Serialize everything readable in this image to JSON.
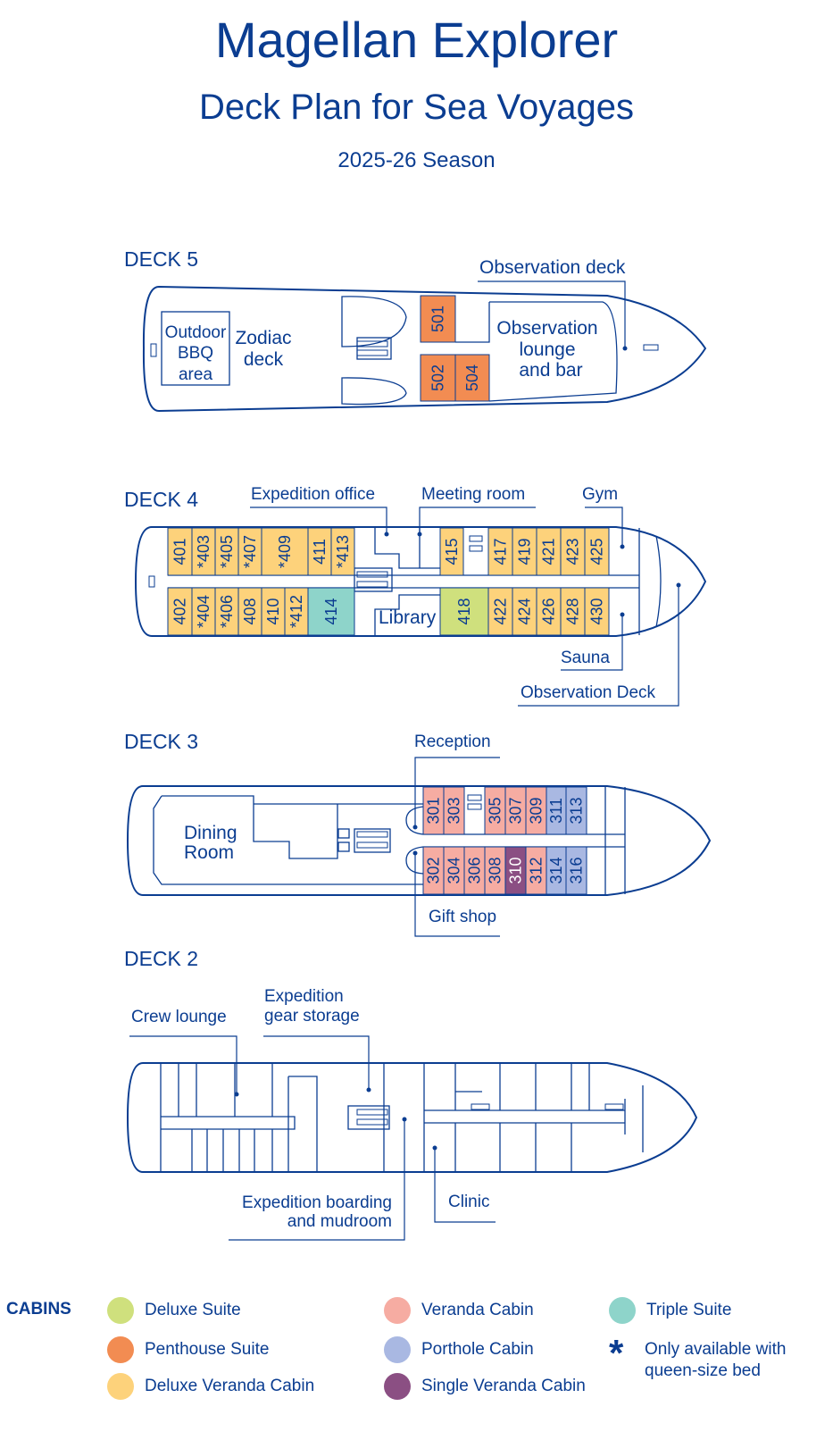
{
  "title": "Magellan Explorer",
  "subtitle": "Deck Plan for Sea Voyages",
  "season": "2025-26 Season",
  "colors": {
    "line": "#0b3d91",
    "deluxe_suite": "#cfe07d",
    "penthouse_suite": "#f28c52",
    "deluxe_veranda": "#fdd27b",
    "veranda": "#f6aca2",
    "porthole": "#a9b8e2",
    "single_veranda": "#8b4f83",
    "triple_suite": "#8ed4ca"
  },
  "decks": [
    {
      "name": "DECK 5",
      "labels": [
        "Observation deck",
        "Outdoor",
        "BBQ",
        "area",
        "Zodiac",
        "deck",
        "Observation",
        "lounge",
        "and bar"
      ]
    },
    {
      "name": "DECK 4",
      "labels": [
        "Expedition office",
        "Meeting room",
        "Gym",
        "Library",
        "Sauna",
        "Observation Deck"
      ]
    },
    {
      "name": "DECK 3",
      "labels": [
        "Reception",
        "Dining",
        "Room",
        "Gift shop"
      ]
    },
    {
      "name": "DECK 2",
      "labels": [
        "Crew lounge",
        "Expedition",
        "gear storage",
        "Expedition boarding",
        "and mudroom",
        "Clinic"
      ]
    }
  ],
  "cabins": [
    {
      "n": "501",
      "type": "penthouse_suite"
    },
    {
      "n": "502",
      "type": "penthouse_suite"
    },
    {
      "n": "504",
      "type": "penthouse_suite"
    },
    {
      "n": "401",
      "type": "deluxe_veranda"
    },
    {
      "n": "403",
      "type": "deluxe_veranda",
      "star": true
    },
    {
      "n": "405",
      "type": "deluxe_veranda",
      "star": true
    },
    {
      "n": "407",
      "type": "deluxe_veranda",
      "star": true
    },
    {
      "n": "409",
      "type": "deluxe_veranda",
      "star": true
    },
    {
      "n": "411",
      "type": "deluxe_veranda"
    },
    {
      "n": "413",
      "type": "deluxe_veranda",
      "star": true
    },
    {
      "n": "402",
      "type": "deluxe_veranda"
    },
    {
      "n": "404",
      "type": "deluxe_veranda",
      "star": true
    },
    {
      "n": "406",
      "type": "deluxe_veranda",
      "star": true
    },
    {
      "n": "408",
      "type": "deluxe_veranda"
    },
    {
      "n": "410",
      "type": "deluxe_veranda"
    },
    {
      "n": "412",
      "type": "deluxe_veranda",
      "star": true
    },
    {
      "n": "414",
      "type": "triple_suite"
    },
    {
      "n": "415",
      "type": "deluxe_veranda"
    },
    {
      "n": "417",
      "type": "deluxe_veranda"
    },
    {
      "n": "419",
      "type": "deluxe_veranda"
    },
    {
      "n": "421",
      "type": "deluxe_veranda"
    },
    {
      "n": "423",
      "type": "deluxe_veranda"
    },
    {
      "n": "425",
      "type": "deluxe_veranda"
    },
    {
      "n": "418",
      "type": "deluxe_suite"
    },
    {
      "n": "422",
      "type": "deluxe_veranda"
    },
    {
      "n": "424",
      "type": "deluxe_veranda"
    },
    {
      "n": "426",
      "type": "deluxe_veranda"
    },
    {
      "n": "428",
      "type": "deluxe_veranda"
    },
    {
      "n": "430",
      "type": "deluxe_veranda"
    },
    {
      "n": "301",
      "type": "veranda"
    },
    {
      "n": "303",
      "type": "veranda"
    },
    {
      "n": "305",
      "type": "veranda"
    },
    {
      "n": "307",
      "type": "veranda"
    },
    {
      "n": "309",
      "type": "veranda"
    },
    {
      "n": "311",
      "type": "porthole"
    },
    {
      "n": "313",
      "type": "porthole"
    },
    {
      "n": "302",
      "type": "veranda"
    },
    {
      "n": "304",
      "type": "veranda"
    },
    {
      "n": "306",
      "type": "veranda"
    },
    {
      "n": "308",
      "type": "veranda"
    },
    {
      "n": "310",
      "type": "single_veranda"
    },
    {
      "n": "312",
      "type": "veranda"
    },
    {
      "n": "314",
      "type": "porthole"
    },
    {
      "n": "316",
      "type": "porthole"
    }
  ],
  "legend": {
    "heading": "CABINS",
    "items": [
      {
        "label": "Deluxe Suite",
        "type": "deluxe_suite"
      },
      {
        "label": "Penthouse Suite",
        "type": "penthouse_suite"
      },
      {
        "label": "Deluxe Veranda Cabin",
        "type": "deluxe_veranda"
      },
      {
        "label": "Veranda Cabin",
        "type": "veranda"
      },
      {
        "label": "Porthole Cabin",
        "type": "porthole"
      },
      {
        "label": "Single Veranda Cabin",
        "type": "single_veranda"
      },
      {
        "label": "Triple Suite",
        "type": "triple_suite"
      }
    ],
    "star_note": [
      "Only available with",
      "queen-size bed"
    ]
  }
}
